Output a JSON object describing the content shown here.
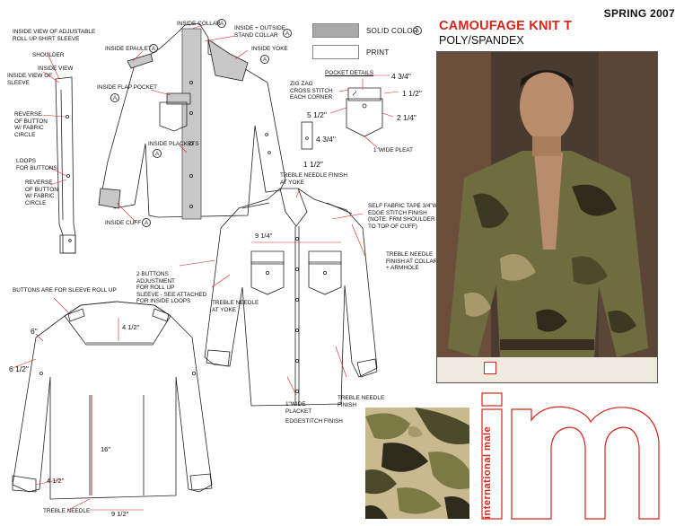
{
  "header": {
    "season": "SPRING 2007",
    "title": "CAMOUFAGE KNIT T",
    "subtitle": "POLY/SPANDEX"
  },
  "legend": {
    "solid_label": "SOLID COLOR",
    "print_label": "PRINT",
    "marker": "A",
    "solid_color": "#aaaaaa",
    "print_color": "#ffffff"
  },
  "colors": {
    "accent_red": "#d4261c",
    "line": "#222222",
    "camo": [
      "#7b7a45",
      "#4c4a2a",
      "#a8996a",
      "#2e2a1c",
      "#c9b98f"
    ]
  },
  "sleeve_labels": {
    "inside_view_roll_up": "INSIDE VIEW OF ADJUSTABLE\nROLL UP SHIRT SLEEVE",
    "shoulder": "SHOULDER",
    "inside_view": "INSIDE VIEW",
    "inside_view_of_sleeve": "INSIDE VIEW OF\nSLEEVE",
    "reverse_of_button": "REVERSE\nOF BUTTON\nW/ FABRIC\nCIRCLE",
    "loops_for_buttons": "LOOPS\nFOR BUTTONS",
    "reverse_of_button_2": "REVERSE\nOF BUTTON\nW/ FABRIC\nCIRCLE"
  },
  "inside_labels": {
    "inside_collar": "INSIDE COLLAR",
    "inside_outside_stand_collar": "INSIDE + OUTSIDE\nSTAND COLLAR",
    "inside_epaulet": "INSIDE EPAULET",
    "inside_yoke": "INSIDE YOKE",
    "inside_flap_pocket": "INSIDE FLAP POCKET",
    "inside_plackets": "INSIDE PLACKETS",
    "inside_cuff": "INSIDE CUFF"
  },
  "pocket_details": {
    "title": "POCKET DETAILS",
    "zig_zag": "ZIG ZAG\nCROSS STITCH\nEACH CORNER",
    "m1": "4 3/4\"",
    "m2": "1 1/2\"",
    "m3": "5 1/2\"",
    "m4": "2 1/4\"",
    "pleat": "1\"WIDE PLEAT",
    "tab_w": "4 3/4\"",
    "tab_h": "1 1/2\""
  },
  "front_labels": {
    "treble_yoke": "TREBLE NEEDLE FINISH\nAT YOKE",
    "self_fabric_tape": "SELF FABRIC TAPE 3/4\"W\nEDGE STITCH FINISH\n(NOTE: FRM SHOULDER\nTO TOP OF CUFF)",
    "pocket_measure": "9 1/4\"",
    "treble_collar": "TREBLE NEEDLE\nFINISH AT COLLAR\n+ ARMHOLE",
    "two_buttons": "2 BUTTONS\nADJUSTMENT\nFOR ROLL UP\nSLEEVE - SEE ATTACHED\nFOR INSIDE LOOPS",
    "treble_yoke_2": "TREBLE NEEDLE\nAT YOKE",
    "placket": "1\"WIDE\nPLACKET",
    "edgestitch": "EDGESTITCH FINISH",
    "treble_finish": "TREBLE NEEDLE\nFINISH"
  },
  "back_labels": {
    "buttons_note": "BUTTONS ARE FOR SLEEVE ROLL UP",
    "m_6": "6\"",
    "m_4_5": "4 1/2\"",
    "m_6_5": "6 1/2\"",
    "m_16": "16\"",
    "m_4_5b": "4 1/2\"",
    "treble_needle": "TREBLE NEEDLE",
    "m_9_5": "9 1/2\""
  },
  "brand": {
    "name": "international male",
    "letters": "im"
  }
}
